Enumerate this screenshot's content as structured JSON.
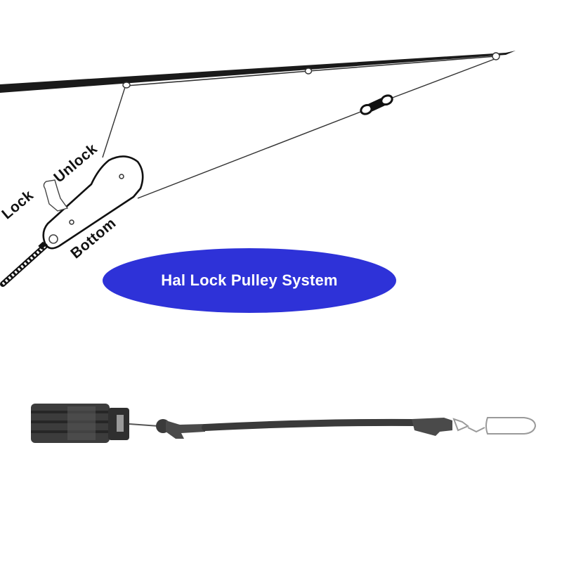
{
  "diagram": {
    "title": "Hal Lock Pulley System",
    "labels": {
      "lock": "Lock",
      "unlock": "Unlock",
      "bottom": "Bottom"
    },
    "components": [
      "fishing-rod",
      "rod-guides",
      "line",
      "swivel-snap",
      "hal-lock-pulley",
      "braided-line",
      "pulley-block",
      "bungee-cord",
      "snap-clip"
    ],
    "colors": {
      "ellipse_fill": "#2e32d8",
      "title_text": "#ffffff",
      "line_art": "#111111",
      "background": "#ffffff"
    }
  }
}
